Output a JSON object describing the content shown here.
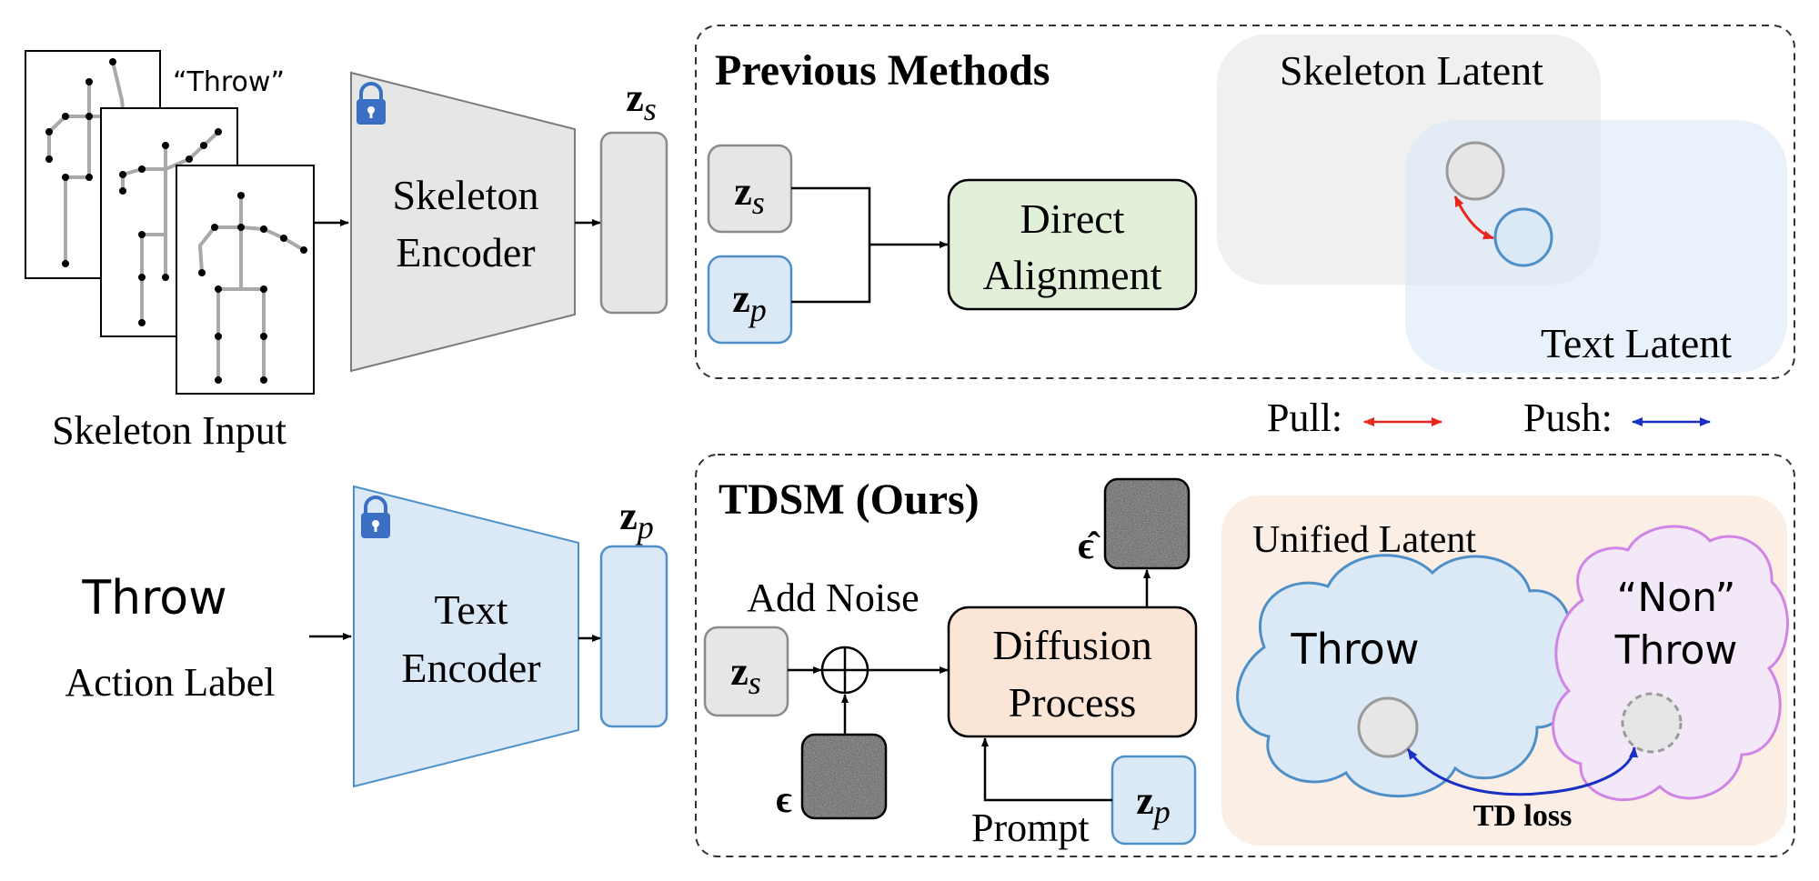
{
  "skeleton_input": {
    "quote_label": "“Throw”",
    "caption": "Skeleton Input"
  },
  "skeleton_encoder": {
    "line1": "Skeleton",
    "line2": "Encoder"
  },
  "text_encoder": {
    "line1": "Text",
    "line2": "Encoder"
  },
  "action_label": {
    "word": "Throw",
    "caption": "Action Label"
  },
  "latents": {
    "z": "z",
    "s_sub": "s",
    "p_sub": "p"
  },
  "previous_methods": {
    "title": "Previous Methods",
    "direct_alignment": {
      "line1": "Direct",
      "line2": "Alignment"
    },
    "skeleton_latent": "Skeleton Latent",
    "text_latent": "Text Latent"
  },
  "legend": {
    "pull": "Pull:",
    "push": "Push:"
  },
  "tdsm": {
    "title": "TDSM (Ours)",
    "add_noise": "Add Noise",
    "epsilon": "ϵ",
    "epsilon_hat": "ϵ̂",
    "diffusion": {
      "line1": "Diffusion",
      "line2": "Process"
    },
    "prompt": "Prompt",
    "unified_latent": "Unified Latent",
    "throw_cloud": "Throw",
    "non_line1": "“Non”",
    "non_line2": "Throw",
    "td_loss": "TD loss"
  },
  "colors": {
    "gray_fill": "#e6e6e6",
    "gray_stroke": "#7a7a7a",
    "blue_fill": "#dbe8f6",
    "blue_stroke": "#4e8fc8",
    "green_fill": "#e2efd9",
    "orange_fill": "#fbe5d6",
    "unified_bg": "#fbeee4",
    "purple_fill": "#f3e8f7",
    "purple_stroke": "#d085e6",
    "pull": "#e8251e",
    "push": "#1a2fc4",
    "lock": "#3a6fc4"
  }
}
